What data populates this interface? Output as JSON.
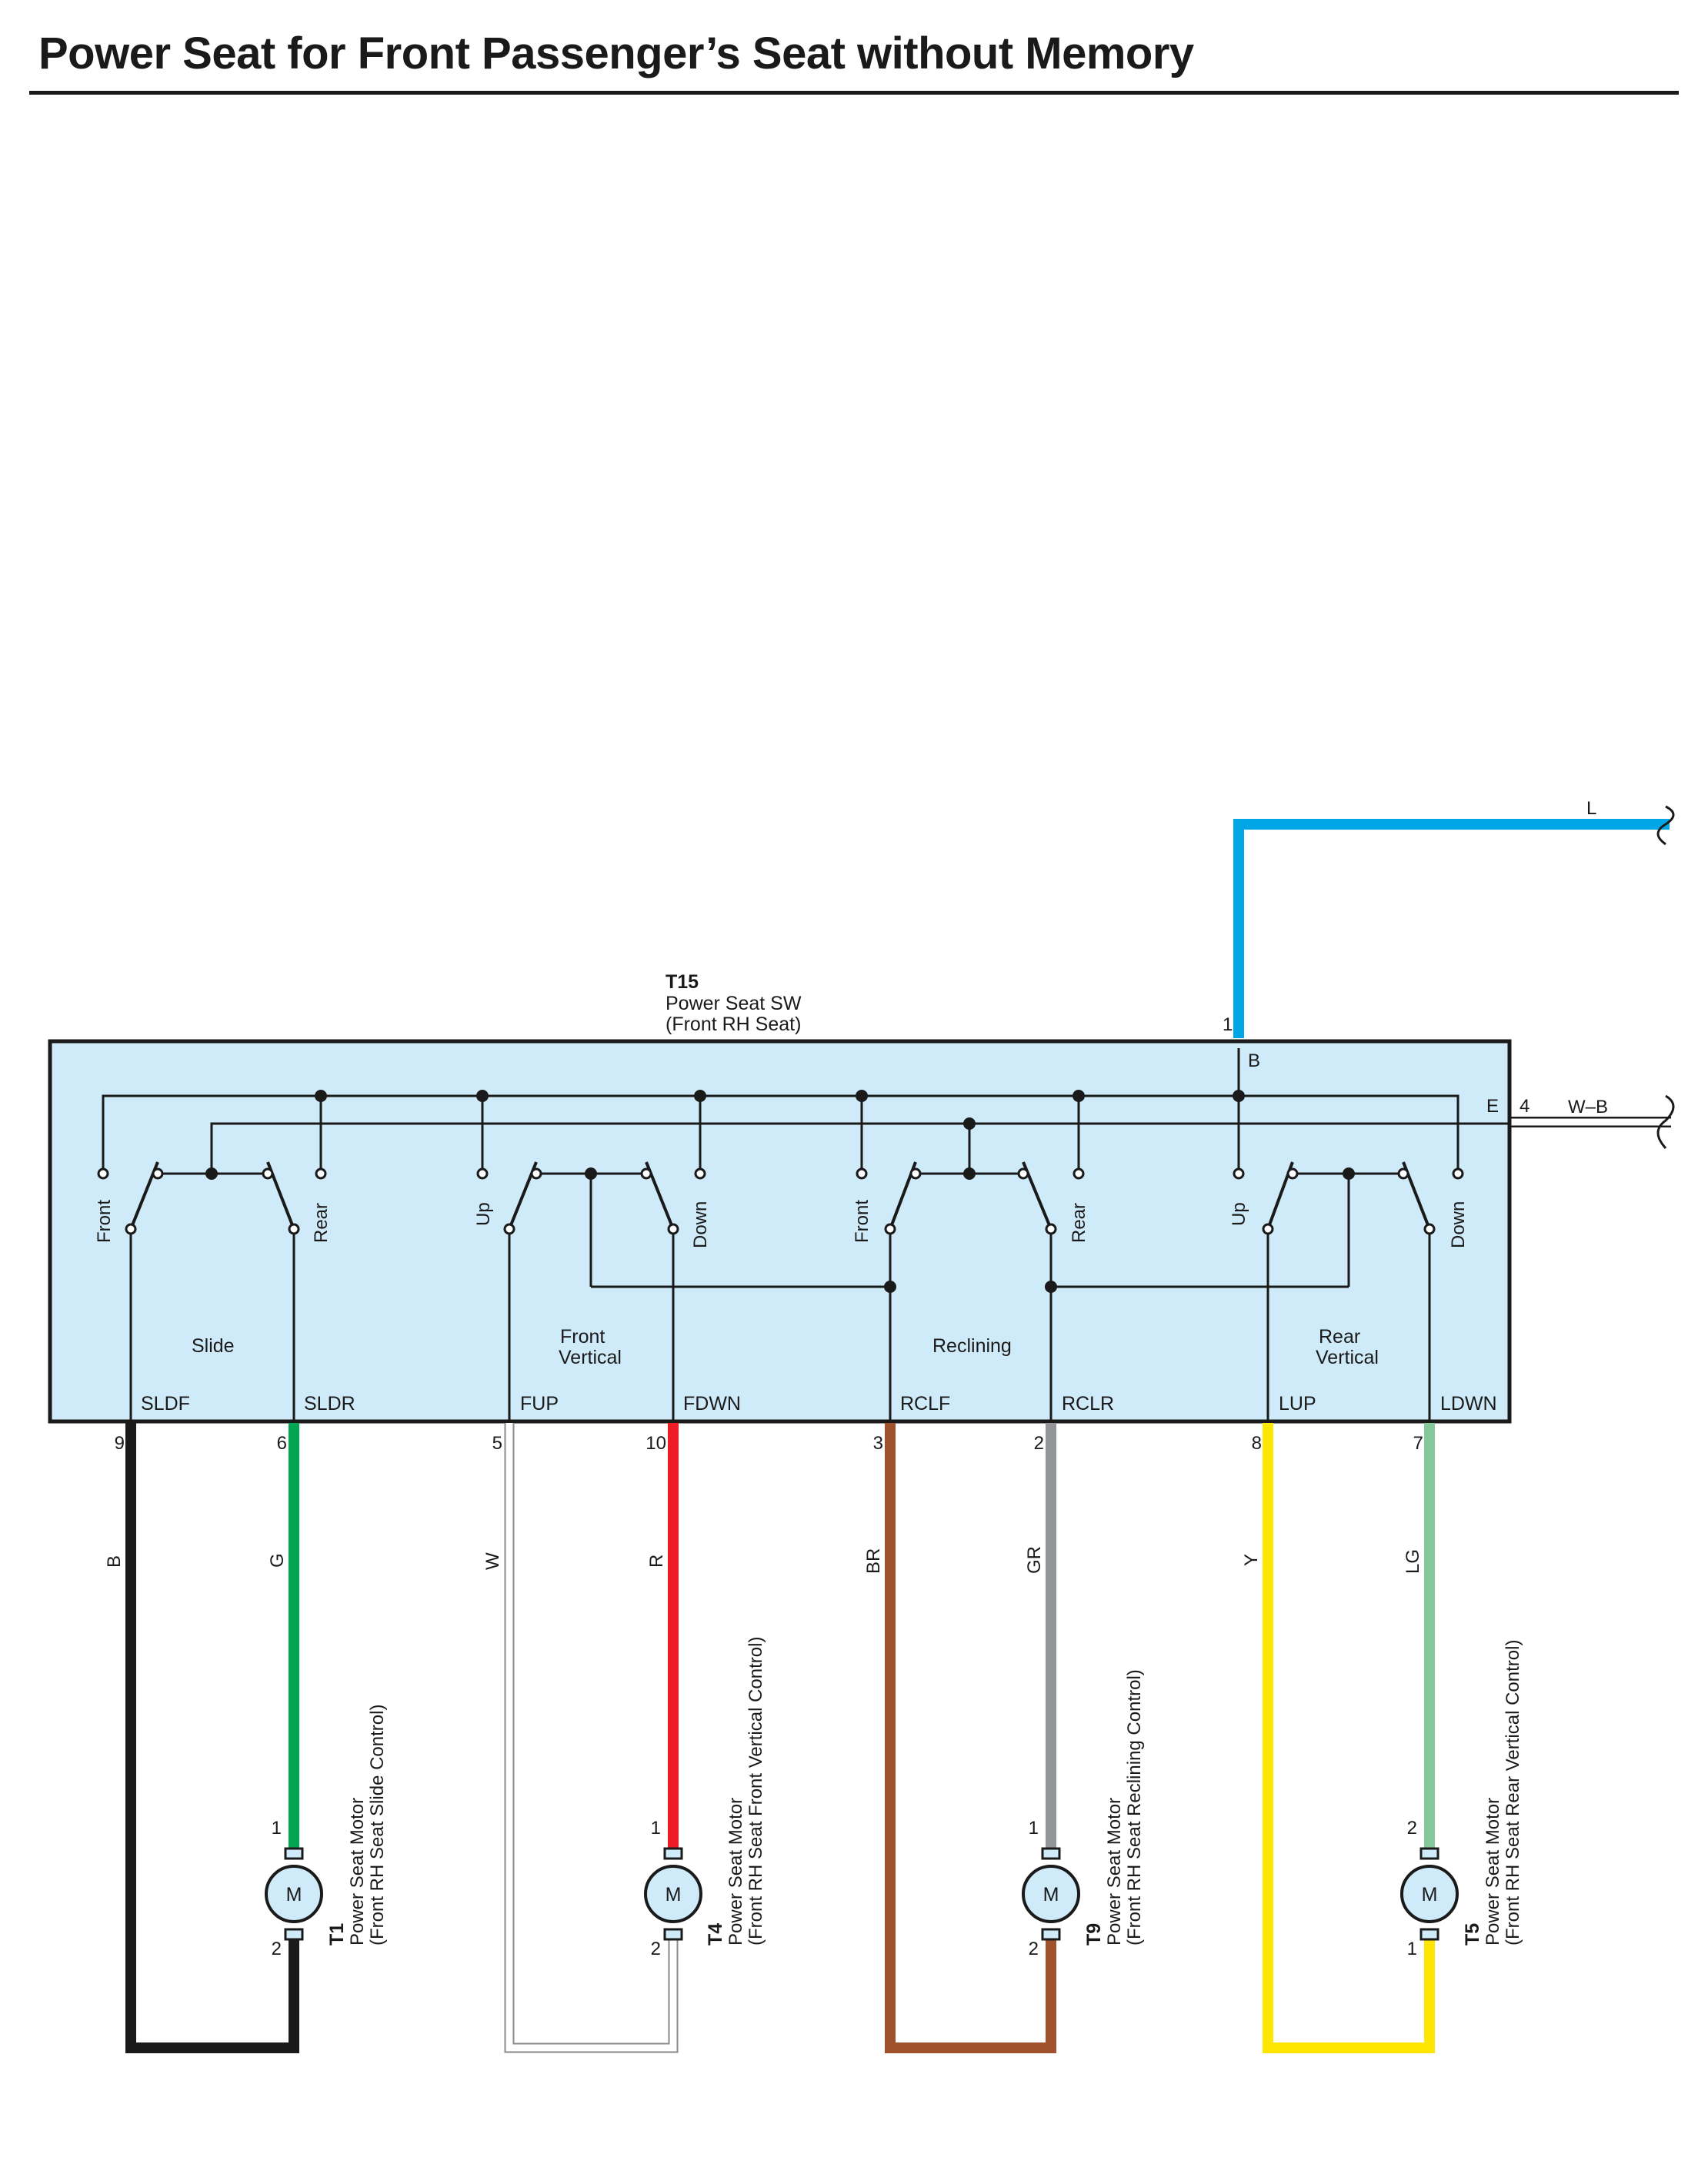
{
  "title": "Power Seat for Front Passenger’s Seat without Memory",
  "colors": {
    "switch_box_fill": "#cfeaf8",
    "L": "#00a6e6",
    "B": "#1a1a1a",
    "G": "#00a651",
    "W": "#ffffff",
    "R": "#ee1c25",
    "BR": "#a0522d",
    "GR": "#939598",
    "Y": "#ffe600",
    "LG": "#85c99a",
    "W-B": "#ffffff"
  },
  "power_seat_switch": {
    "code": "T15",
    "name": "Power Seat SW",
    "sub": "(Front RH Seat)",
    "pin_B_number": "1",
    "pin_B_label": "B",
    "pin_E_label": "E",
    "pin_E_number": "4",
    "groups": [
      "Slide",
      "Front Vertical",
      "Reclining",
      "Rear Vertical"
    ],
    "contact_labels": [
      "Front",
      "Rear",
      "Up",
      "Down",
      "Front",
      "Rear",
      "Up",
      "Down"
    ],
    "terminals": [
      {
        "name": "SLDF",
        "pin": "9",
        "wire": "B"
      },
      {
        "name": "SLDR",
        "pin": "6",
        "wire": "G"
      },
      {
        "name": "FUP",
        "pin": "5",
        "wire": "W"
      },
      {
        "name": "FDWN",
        "pin": "10",
        "wire": "R"
      },
      {
        "name": "RCLF",
        "pin": "3",
        "wire": "BR"
      },
      {
        "name": "RCLR",
        "pin": "2",
        "wire": "GR"
      },
      {
        "name": "LUP",
        "pin": "8",
        "wire": "Y"
      },
      {
        "name": "LDWN",
        "pin": "7",
        "wire": "LG"
      }
    ]
  },
  "supply_wires": {
    "power": "L",
    "ground": "W–B"
  },
  "motors": [
    {
      "code": "T1",
      "name": "Power Seat Motor",
      "sub": "(Front RH Seat Slide Control)",
      "symbol": "M",
      "top_pin": "1",
      "bottom_pin": "2"
    },
    {
      "code": "T4",
      "name": "Power Seat Motor",
      "sub": "(Front RH Seat Front Vertical Control)",
      "symbol": "M",
      "top_pin": "1",
      "bottom_pin": "2"
    },
    {
      "code": "T9",
      "name": "Power Seat Motor",
      "sub": "(Front RH Seat Reclining Control)",
      "symbol": "M",
      "top_pin": "1",
      "bottom_pin": "2"
    },
    {
      "code": "T5",
      "name": "Power Seat Motor",
      "sub": "(Front RH Seat Rear Vertical Control)",
      "symbol": "M",
      "top_pin": "2",
      "bottom_pin": "1"
    }
  ]
}
